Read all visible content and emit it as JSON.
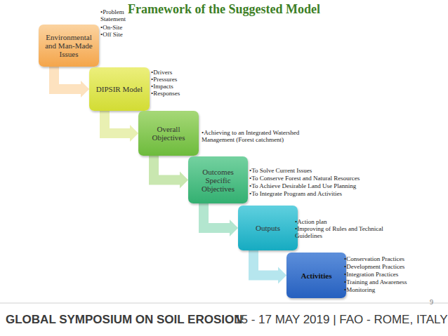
{
  "diagram": {
    "title": "Framework of the Suggested Model",
    "nodes": [
      {
        "text": [
          "Environmental and Man-Made Issues"
        ]
      },
      {
        "text": [
          "DIPSIR Model"
        ]
      },
      {
        "text": [
          "Overall Objectives"
        ]
      },
      {
        "text": [
          "Outcomes",
          "Specific Objectives"
        ]
      },
      {
        "text": [
          "Outputs"
        ]
      },
      {
        "text": [
          "Activities"
        ]
      }
    ],
    "edges": [
      {
        "from": 0,
        "to": 1,
        "arrow": "to"
      },
      {
        "from": 1,
        "to": 2,
        "arrow": "to"
      },
      {
        "from": 2,
        "to": 3,
        "arrow": "to"
      },
      {
        "from": 3,
        "to": 4,
        "arrow": "to"
      },
      {
        "from": 4,
        "to": 5,
        "arrow": "to"
      }
    ],
    "labels": [
      "•Problem Statement",
      "•On-Site",
      "•Off Site",
      "•Drivers",
      "•Pressures",
      "•Impacts",
      "•Responses",
      "•Achieving to an Integrated Watershed Management (Forest catchment)",
      "•To Solve Current Issues",
      "•To Conserve Forest and Natural Resources",
      "•To Achieve Desirable Land Use Planning",
      "•To Integrate Program and Activities",
      "•Action plan",
      "•Improving of Rules and Technical Guidelines",
      "•Conservation Practices",
      "•Development Practices",
      "•Integration Practices",
      "•Training and Awareness",
      "•Monitoring",
      "GLOBAL SYMPOSIUM ON SOIL EROSION",
      "15 - 17 MAY 2019 | FAO - ROME, ITALY",
      "9"
    ]
  }
}
